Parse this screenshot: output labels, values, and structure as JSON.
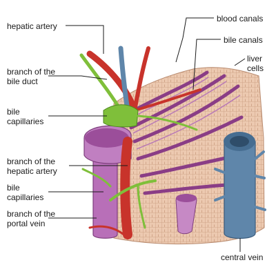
{
  "labels": {
    "hepatic_artery": "hepatic artery",
    "branch_bile_duct": "branch of the\nbile duct",
    "bile_capillaries_top": "bile\ncapillaries",
    "branch_hepatic_artery": "branch of the\nhepatic artery",
    "bile_capillaries_bottom": "bile\ncapillaries",
    "branch_portal_vein": "branch of the\nportal vein",
    "blood_canals": "blood canals",
    "bile_canals": "bile canals",
    "liver_cells": "liver\ncells",
    "central_vein": "central vein"
  },
  "colors": {
    "tissue": "#e9c7ae",
    "cell_outline": "#c79a7c",
    "blood_canal": "#8a3d86",
    "portal_vein": "#b86fb8",
    "hepatic_artery": "#c8332b",
    "bile_duct": "#7fbf3a",
    "central_vein": "#5f86aa"
  }
}
